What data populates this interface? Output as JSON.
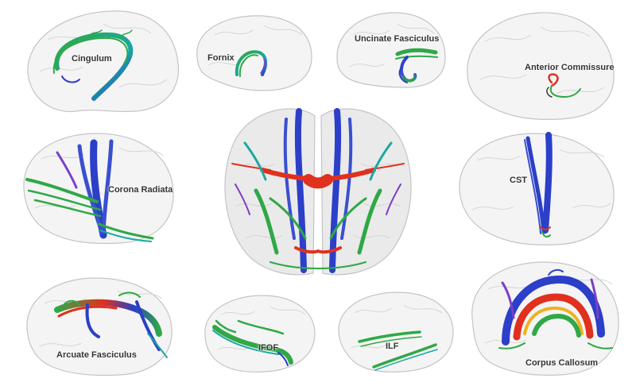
{
  "figure": {
    "panels": [
      {
        "id": "cingulum",
        "label": "Cingulum"
      },
      {
        "id": "fornix",
        "label": "Fornix"
      },
      {
        "id": "uncinate",
        "label": "Uncinate Fasciculus"
      },
      {
        "id": "anterior-commissure",
        "label": "Anterior Commissure"
      },
      {
        "id": "corona-radiata",
        "label": "Corona Radiata"
      },
      {
        "id": "cst",
        "label": "CST"
      },
      {
        "id": "arcuate",
        "label": "Arcuate Fasciculus"
      },
      {
        "id": "ifof",
        "label": "IFOF"
      },
      {
        "id": "ilf",
        "label": "ILF"
      },
      {
        "id": "corpus-callosum",
        "label": "Corpus Callosum"
      }
    ]
  },
  "colors": {
    "left_right": "#e0301e",
    "anterior_posterior": "#2fa846",
    "superior_inferior": "#2b3fc8",
    "brain_outline": "#c4c4c4",
    "label_text": "#333333"
  }
}
